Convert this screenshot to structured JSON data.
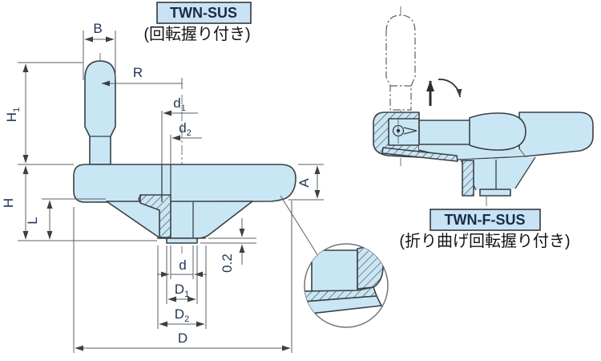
{
  "front_view": {
    "model_label": "TWN-SUS",
    "caption": "(回転握り付き)",
    "dims": {
      "B": "B",
      "R": "R",
      "H1_base": "H",
      "H1_sub": "1",
      "H": "H",
      "L": "L",
      "d1_base": "d",
      "d1_sub": "1",
      "d2_base": "d",
      "d2_sub": "2",
      "A": "A",
      "d": "d",
      "D1_base": "D",
      "D1_sub": "1",
      "D2_base": "D",
      "D2_sub": "2",
      "D": "D",
      "step": "0.2"
    }
  },
  "side_view": {
    "model_label": "TWN-F-SUS",
    "caption": "(折り曲げ回転握り付き)"
  },
  "colors": {
    "part_fill": "#c9e6f5",
    "outline": "#3b4045",
    "dimension_line": "#5a5f66",
    "dim_label_text": "#223657",
    "caption_text": "#141414",
    "label_box_fill": "#c8e4f4",
    "label_box_border": "#33383d",
    "background": "#ffffff"
  }
}
